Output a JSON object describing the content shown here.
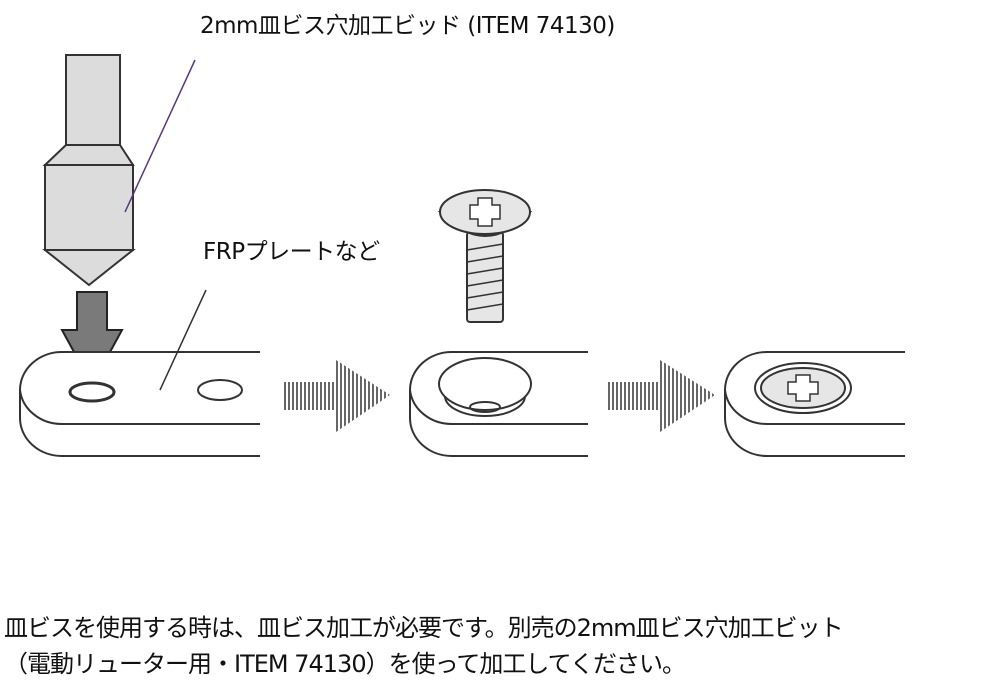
{
  "labels": {
    "bit_name": "2mm皿ビス穴加工ビッド (ITEM 74130)",
    "plate_name": "FRPプレートなど"
  },
  "description": {
    "line1": "皿ビスを使用する時は、皿ビス加工が必要です。別売の2mm皿ビス穴加工ビット",
    "line2": "（電動リューター用・ITEM 74130）を使って加工してください。"
  },
  "colors": {
    "bit_fill": "#dcdcdc",
    "arrow_fill": "#7a7a7a",
    "leader": "#5a3a7a"
  }
}
